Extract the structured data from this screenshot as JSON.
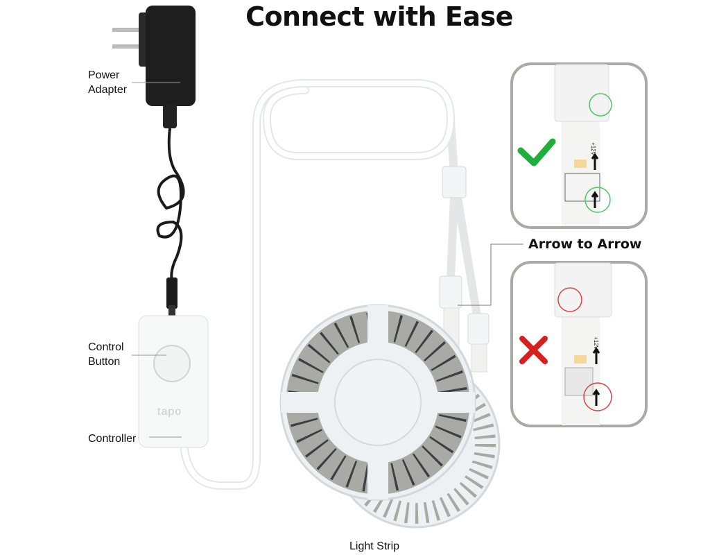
{
  "title": "Connect with Ease",
  "labels": {
    "power_adapter": [
      "Power",
      "Adapter"
    ],
    "control_button": [
      "Control",
      "Button"
    ],
    "controller": "Controller",
    "light_strip": "Light Strip",
    "arrow_to_arrow": "Arrow to Arrow"
  },
  "controller_logo": "tapo",
  "strip_marking": "+12V",
  "insets": [
    {
      "status": "correct",
      "icon": "check-icon",
      "color": "#1fae3a",
      "ring_color": "#4cc46a"
    },
    {
      "status": "incorrect",
      "icon": "cross-icon",
      "color": "#d62020",
      "ring_color": "#d94545"
    }
  ]
}
